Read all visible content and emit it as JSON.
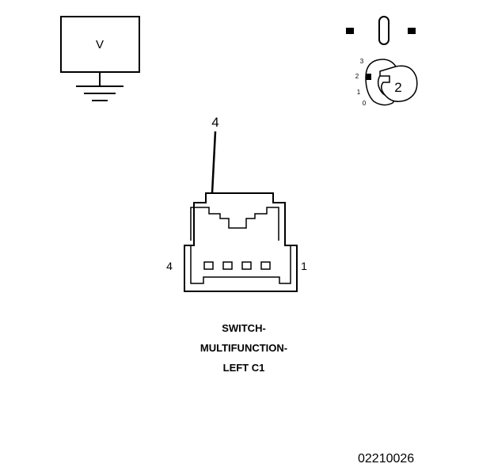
{
  "meter": {
    "label": "V"
  },
  "switch_positions": {
    "labels": [
      "3",
      "2",
      "1",
      "0"
    ],
    "selected": "2"
  },
  "connector": {
    "pointer_label": "4",
    "pin_left_label": "4",
    "pin_right_label": "1",
    "title_lines": [
      "SWITCH-",
      "MULTIFUNCTION-",
      "LEFT C1"
    ]
  },
  "figure_id": "02210026"
}
